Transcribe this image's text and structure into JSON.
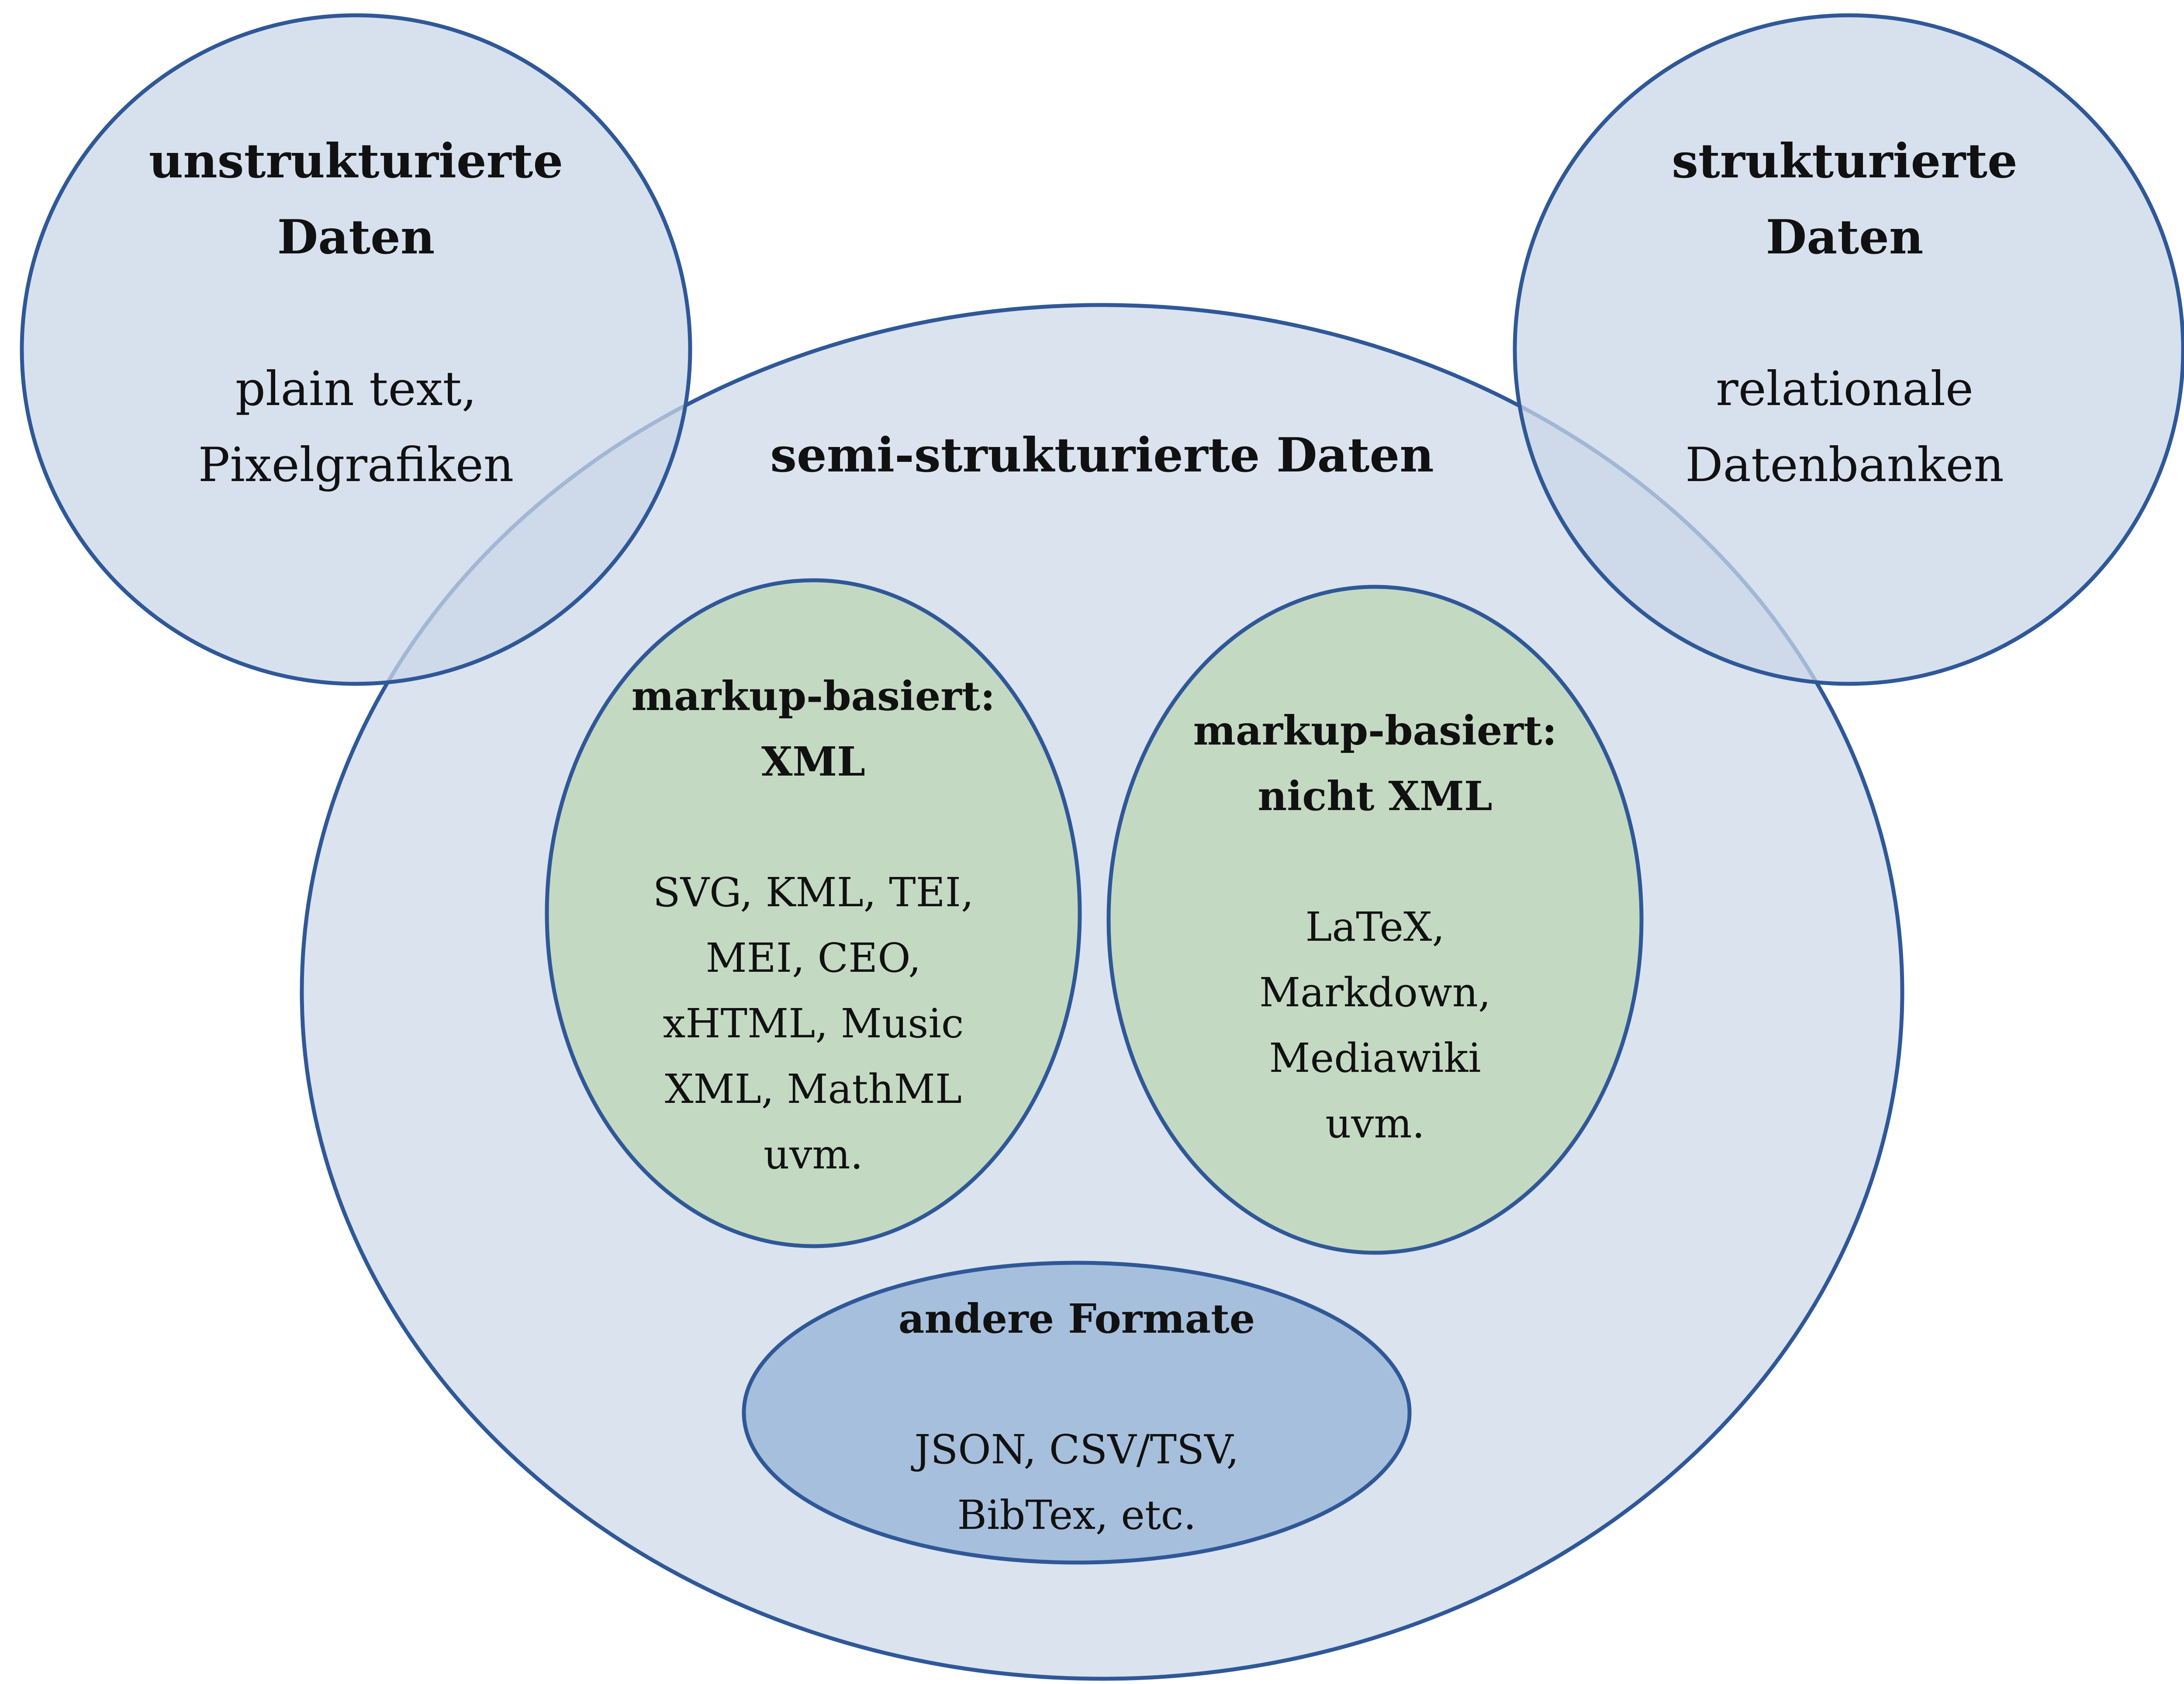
{
  "colors": {
    "outline": "#2F5898",
    "light_blue_fill": "#D9E2EE",
    "green_fill": "#C4D9C2",
    "medium_blue_fill": "#A6BFDC"
  },
  "unstructured": {
    "title_lines": [
      "unstrukturierte",
      "Daten"
    ],
    "body_lines": [
      "plain text,",
      "Pixelgrafiken"
    ]
  },
  "structured": {
    "title_lines": [
      "strukturierte",
      "Daten"
    ],
    "body_lines": [
      "relationale",
      "Datenbanken"
    ]
  },
  "semi_structured": {
    "title": "semi-strukturierte Daten"
  },
  "markup_xml": {
    "title_lines": [
      "markup-basiert:",
      "XML"
    ],
    "body_lines": [
      "SVG, KML, TEI,",
      "MEI, CEO,",
      "xHTML, Music",
      "XML, MathML",
      "uvm."
    ]
  },
  "markup_non_xml": {
    "title_lines": [
      "markup-basiert:",
      "nicht XML"
    ],
    "body_lines": [
      "LaTeX,",
      "Markdown,",
      "Mediawiki",
      "uvm."
    ]
  },
  "other_formats": {
    "title": "andere Formate",
    "body_lines": [
      "JSON, CSV/TSV,",
      "BibTex, etc."
    ]
  }
}
